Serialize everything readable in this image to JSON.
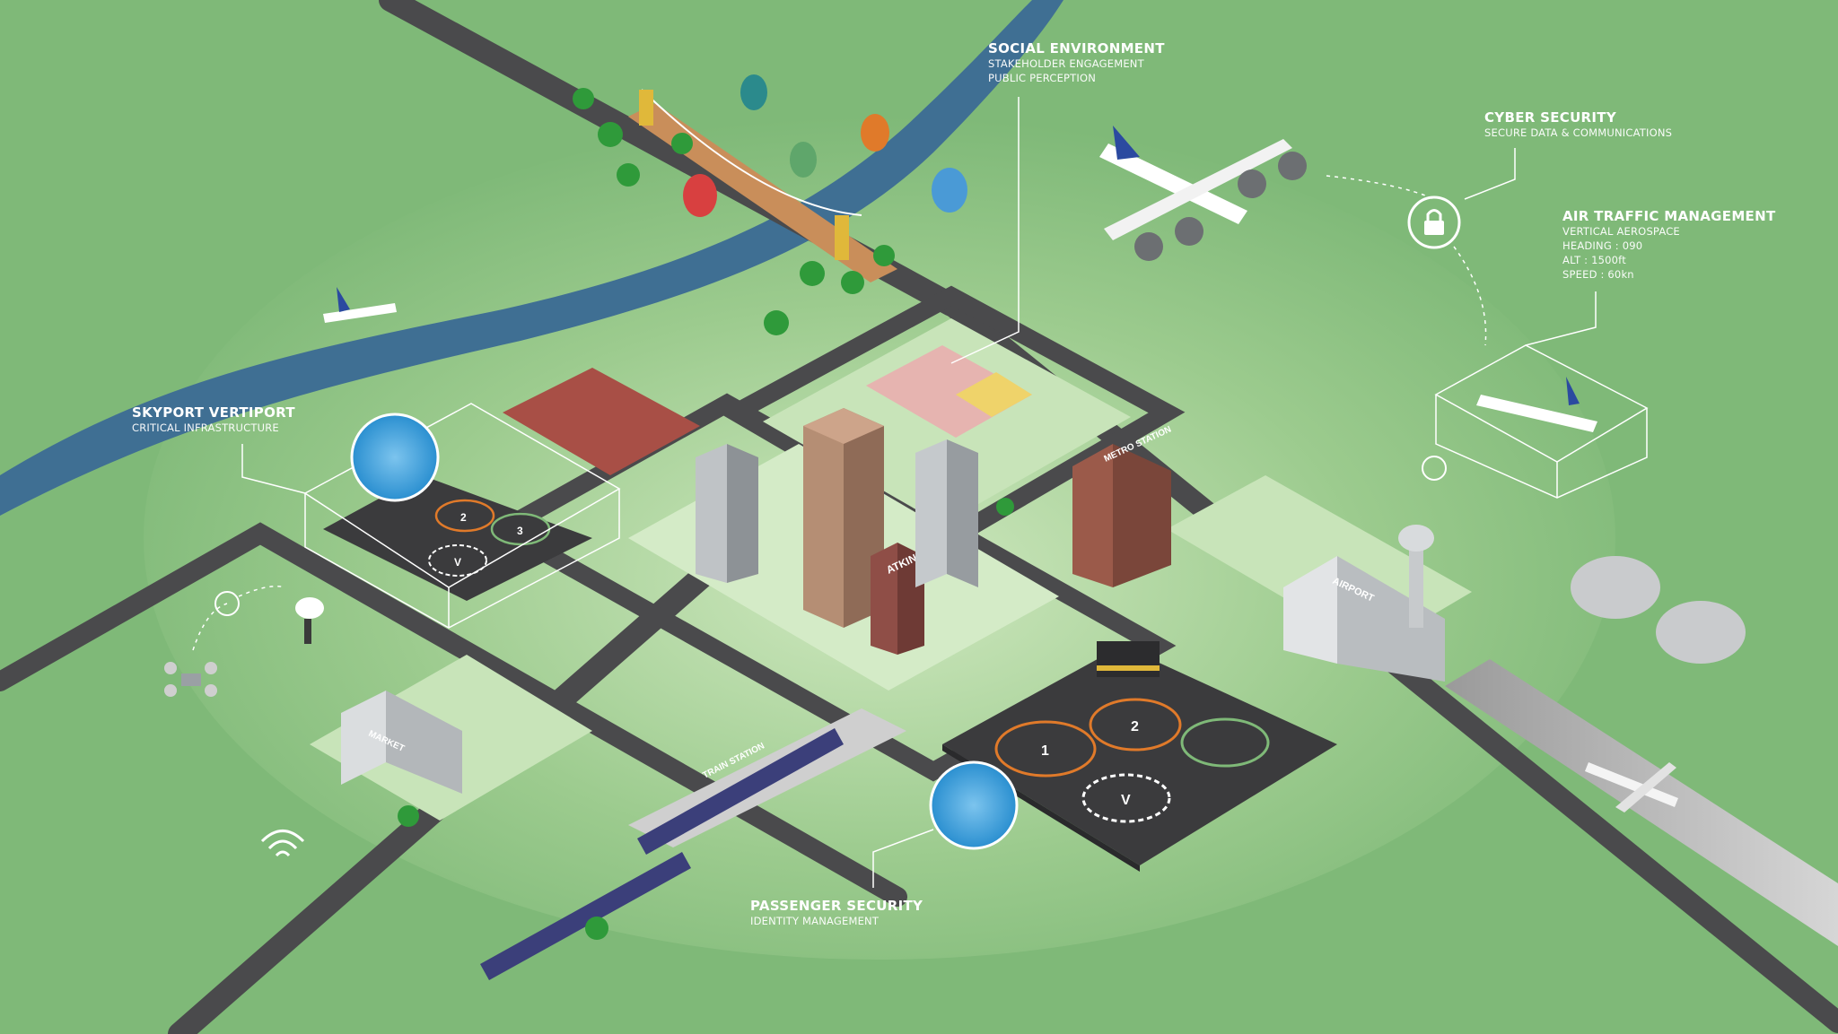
{
  "callouts": {
    "social": {
      "title": "SOCIAL ENVIRONMENT",
      "lines": [
        "STAKEHOLDER ENGAGEMENT",
        "PUBLIC PERCEPTION"
      ]
    },
    "cyber": {
      "title": "CYBER SECURITY",
      "lines": [
        "SECURE DATA & COMMUNICATIONS"
      ]
    },
    "atm": {
      "title": "AIR TRAFFIC MANAGEMENT",
      "lines": [
        "VERTICAL AEROSPACE",
        "HEADING : 090",
        "ALT : 1500ft",
        "SPEED : 60kn"
      ]
    },
    "skyport": {
      "title": "SKYPORT VERTIPORT",
      "lines": [
        "CRITICAL INFRASTRUCTURE"
      ]
    },
    "passenger": {
      "title": "PASSENGER SECURITY",
      "lines": [
        "IDENTITY MANAGEMENT"
      ]
    }
  },
  "buildings": {
    "atkins": "ATKINS",
    "metro": "METRO STATION",
    "airport": "AIRPORT",
    "market": "MARKET",
    "train": "TRAIN STATION"
  },
  "pads": {
    "left": [
      "2",
      "3",
      "V"
    ],
    "right": [
      "1",
      "2",
      "V"
    ]
  },
  "colors": {
    "grass": "#7fb978",
    "grass_light": "#b9dba8",
    "road": "#4a4a4c",
    "river": "#3f6f93",
    "pad": "#3b3b3d",
    "accent_orange": "#e07a2a",
    "callout_line": "#ffffff",
    "badge_blue": "#2a8fd0"
  }
}
